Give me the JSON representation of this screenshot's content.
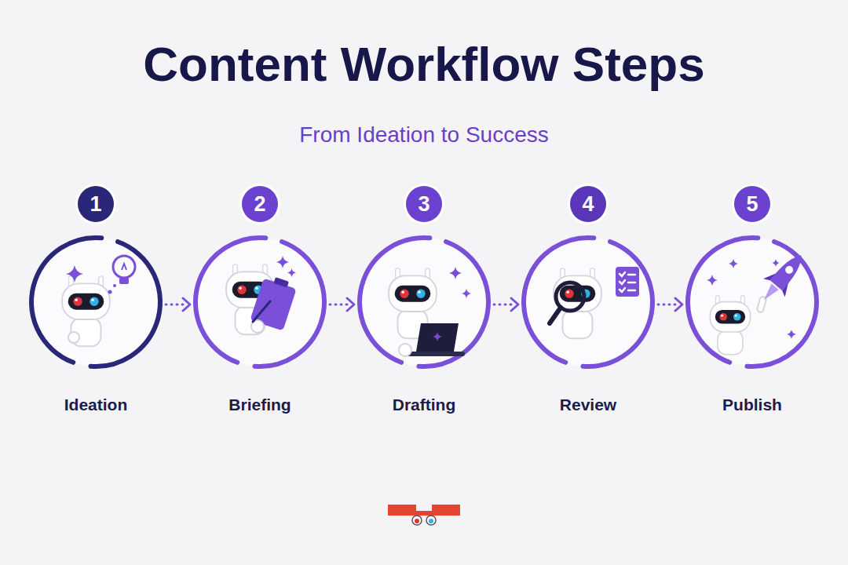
{
  "diagram": {
    "title": "Content Workflow Steps",
    "caption": "From Ideation to Success",
    "nodes": [
      {
        "text": [
          "1",
          "Ideation"
        ]
      },
      {
        "text": [
          "2",
          "Briefing"
        ]
      },
      {
        "text": [
          "3",
          "Drafting"
        ]
      },
      {
        "text": [
          "4",
          "Review"
        ]
      },
      {
        "text": [
          "5",
          "Publish"
        ]
      }
    ],
    "edges": [
      {
        "from": 0,
        "to": 1,
        "arrow": "to"
      },
      {
        "from": 1,
        "to": 2,
        "arrow": "to"
      },
      {
        "from": 2,
        "to": 3,
        "arrow": "to"
      },
      {
        "from": 3,
        "to": 4,
        "arrow": "to"
      }
    ]
  }
}
